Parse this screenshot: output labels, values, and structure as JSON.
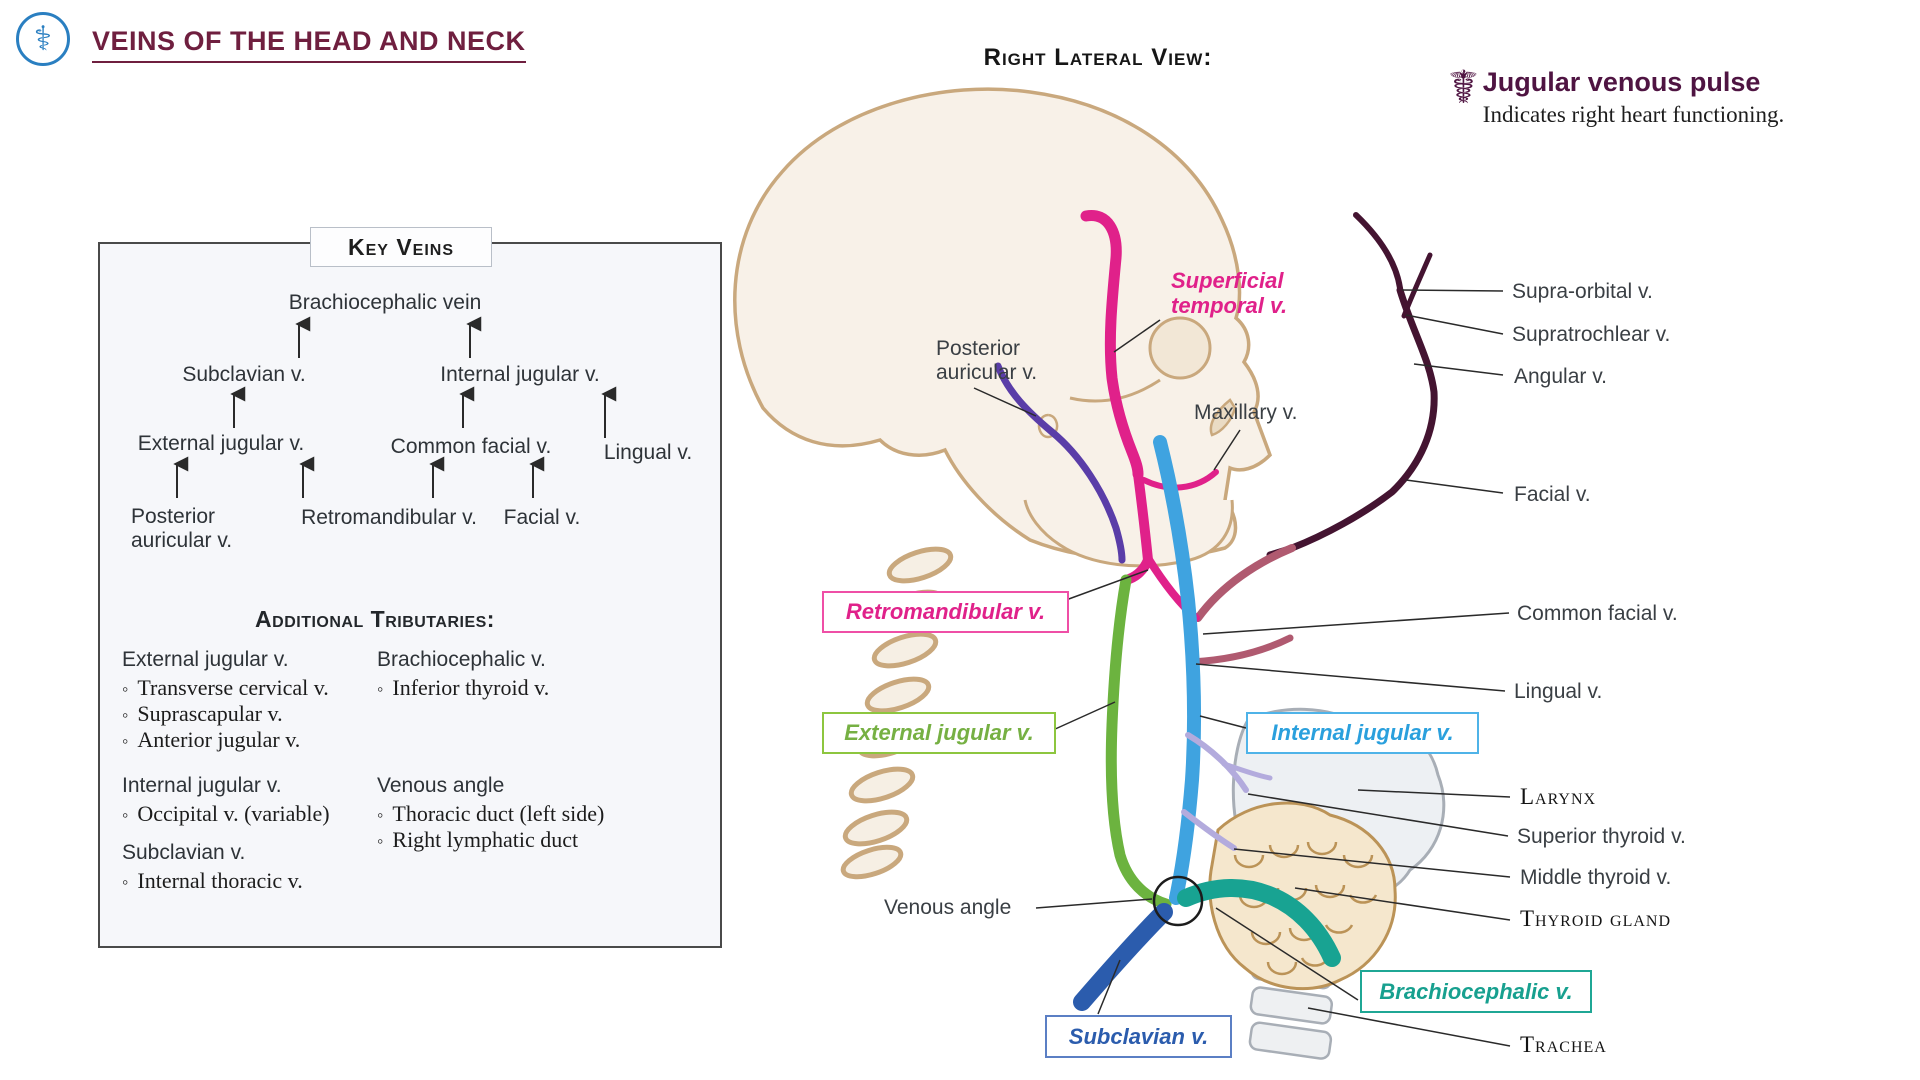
{
  "header": {
    "title": "VEINS OF THE HEAD AND NECK",
    "logo_icon": "rod-of-asclepius"
  },
  "view_heading": "Right Lateral View:",
  "jvp_callout": {
    "icon": "caduceus",
    "title": "Jugular venous pulse",
    "subtitle": "Indicates right heart functioning."
  },
  "key_veins": {
    "title": "Key Veins",
    "nodes": {
      "brachiocephalic": "Brachiocephalic vein",
      "subclavian": "Subclavian v.",
      "internal_jugular": "Internal jugular v.",
      "external_jugular": "External jugular v.",
      "common_facial": "Common facial v.",
      "lingual": "Lingual v.",
      "posterior_auricular": "Posterior auricular v.",
      "retromandibular": "Retromandibular v.",
      "facial": "Facial v."
    },
    "additional_tributaries": {
      "heading": "Additional Tributaries:",
      "groups": [
        {
          "parent": "External jugular v.",
          "items": [
            "Transverse cervical v.",
            "Suprascapular v.",
            "Anterior jugular v."
          ]
        },
        {
          "parent": "Brachiocephalic v.",
          "items": [
            "Inferior thyroid v."
          ]
        },
        {
          "parent": "Internal jugular v.",
          "items": [
            "Occipital v. (variable)"
          ]
        },
        {
          "parent": "Venous angle",
          "items": [
            "Thoracic duct (left side)",
            "Right lymphatic duct"
          ]
        },
        {
          "parent": "Subclavian v.",
          "items": [
            "Internal thoracic v."
          ]
        }
      ]
    }
  },
  "diagram": {
    "labels": {
      "supra_orbital": "Supra-orbital v.",
      "supratrochlear": "Supratrochlear v.",
      "angular": "Angular v.",
      "facial": "Facial v.",
      "common_facial": "Common facial v.",
      "lingual": "Lingual v.",
      "larynx": "Larynx",
      "superior_thyroid": "Superior thyroid v.",
      "middle_thyroid": "Middle thyroid v.",
      "thyroid_gland": "Thyroid gland",
      "trachea": "Trachea",
      "venous_angle": "Venous angle",
      "maxillary": "Maxillary v.",
      "posterior_auricular": "Posterior auricular v.",
      "superficial_temporal": "Superficial temporal v."
    },
    "boxed_labels": {
      "retromandibular": "Retromandibular v.",
      "external_jugular": "External jugular v.",
      "internal_jugular": "Internal jugular v.",
      "brachiocephalic": "Brachiocephalic v.",
      "subclavian": "Subclavian v."
    }
  },
  "colors": {
    "title_maroon": "#6f1f3f",
    "jvp_purple": "#4f1442",
    "superficial_temporal_pink": "#e0218a",
    "external_jugular_green": "#6cb33f",
    "internal_jugular_blue": "#3fa3e0",
    "subclavian_dark_blue": "#2b5cad",
    "brachiocephalic_teal": "#18a392",
    "posterior_auricular_indigo": "#5a3da8",
    "facial_plum": "#441431",
    "common_facial_rose": "#b05a70",
    "thyroid_vein_periwinkle": "#b3abdd",
    "bone_tan": "#c9a87d",
    "logo_blue": "#2a7fc1"
  }
}
